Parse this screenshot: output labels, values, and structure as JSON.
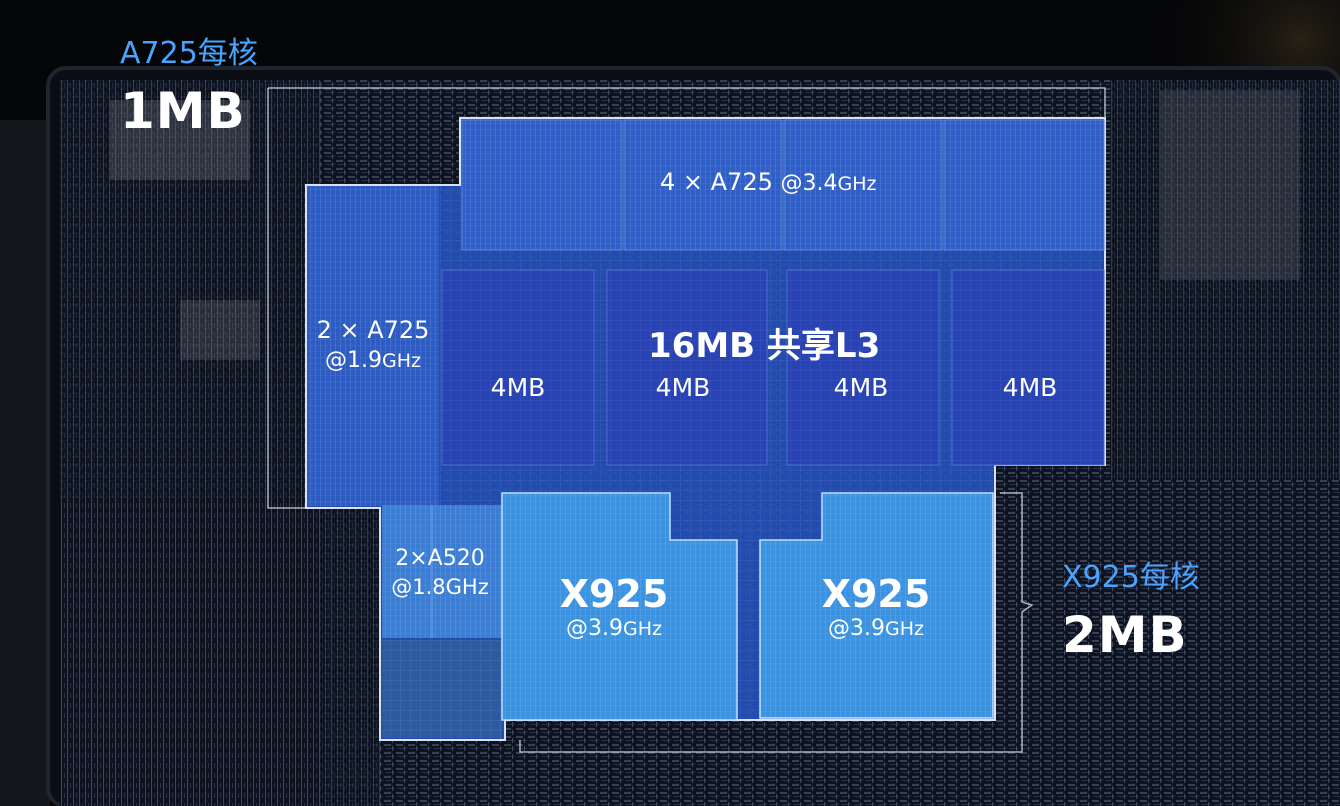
{
  "colors": {
    "background": "#050608",
    "die_dark": "#0c1420",
    "a725_block": "#2f62c8",
    "l3_block": "#2e4fc0",
    "a520_block": "#3b7ed4",
    "x925_block": "#3a92e0",
    "caption_accent": "#4aa3ff",
    "outline": "#cfd8e6"
  },
  "callouts": {
    "a725_per_core": "A725每核",
    "a725_cache": "1MB",
    "x925_per_core": "X925每核",
    "x925_cache": "2MB"
  },
  "blocks": {
    "a725_cluster_top": {
      "count_label": "4 × A725",
      "freq": "@3.4",
      "unit": "GHz"
    },
    "a725_cluster_left": {
      "count_label": "2 × A725",
      "freq": "@1.9",
      "unit": "GHz"
    },
    "l3": {
      "title": "16MB 共享L3",
      "slices": [
        "4MB",
        "4MB",
        "4MB",
        "4MB"
      ]
    },
    "a520_cluster": {
      "count_label": "2×A520",
      "freq": "@1.8GHz"
    },
    "x925_cores": [
      {
        "name": "X925",
        "freq": "@3.9",
        "unit": "GHz"
      },
      {
        "name": "X925",
        "freq": "@3.9",
        "unit": "GHz"
      }
    ]
  },
  "icons": [
    "die-texture",
    "bracket-arrow-icon"
  ]
}
